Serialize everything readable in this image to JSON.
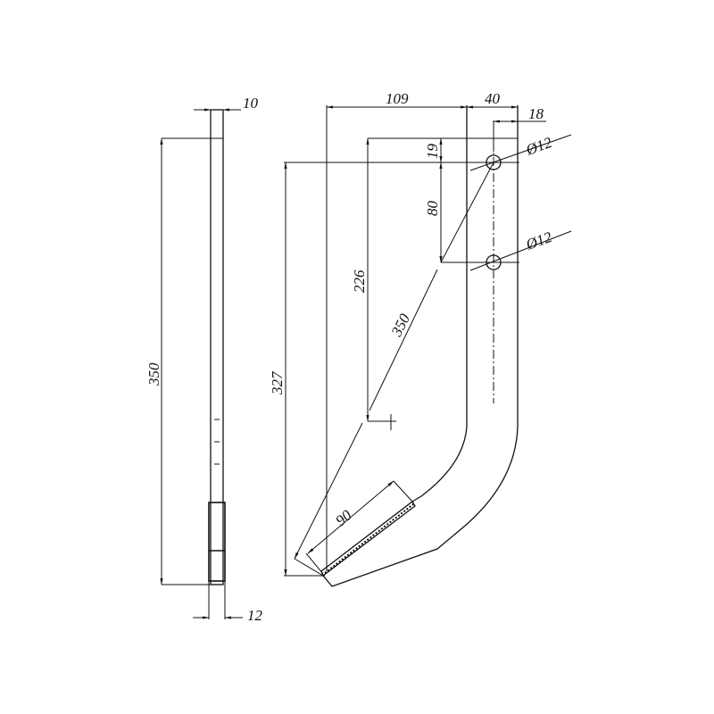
{
  "drawing": {
    "side_view": {
      "thickness_top": "10",
      "length": "350",
      "thickness_bottom": "12"
    },
    "front_view": {
      "width_main": "109",
      "width_shank": "40",
      "hole_offset": "18",
      "hole_top_diameter": "Ø12",
      "hole_bottom_diameter": "Ø12",
      "top_to_hole": "19",
      "hole_spacing": "80",
      "height_226": "226",
      "diagonal_length": "350",
      "height_327": "327",
      "blade_length": "90"
    }
  }
}
